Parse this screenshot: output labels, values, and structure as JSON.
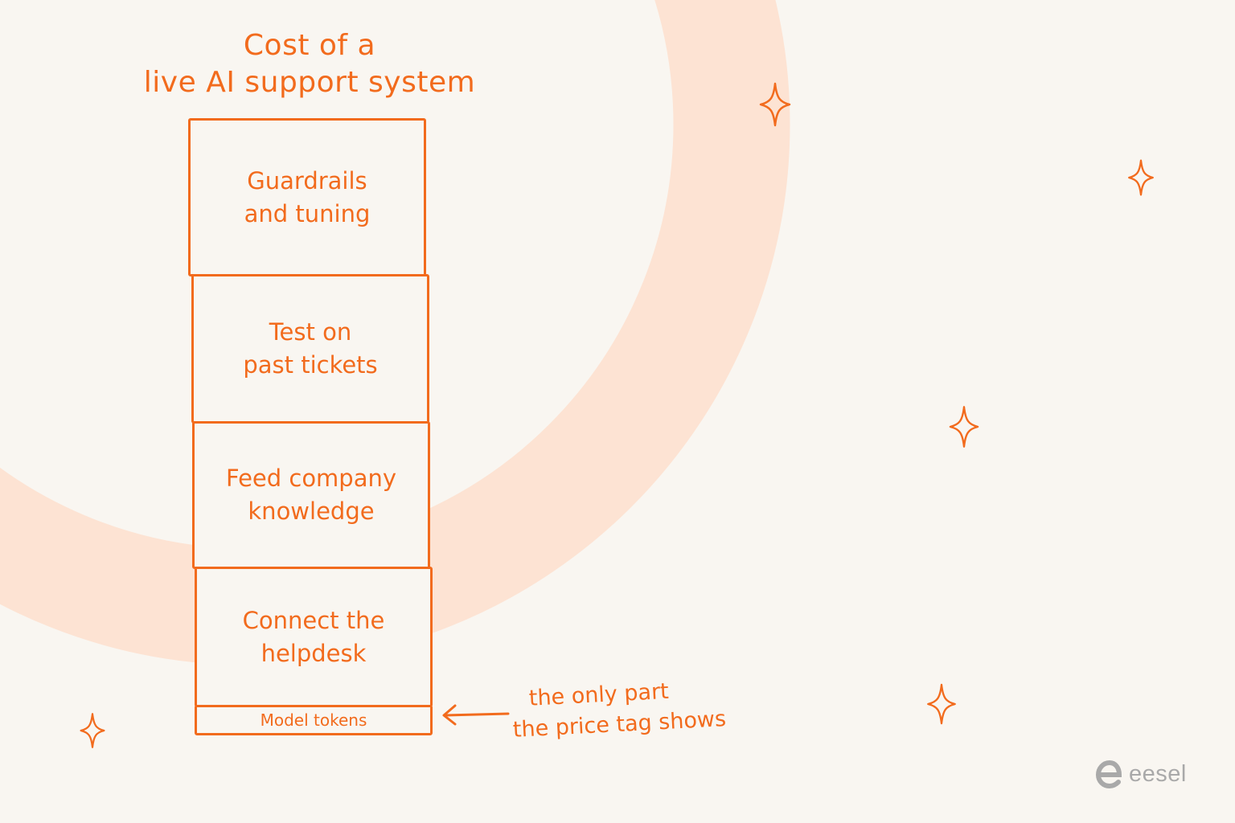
{
  "diagram": {
    "title_lines": [
      "Cost of a",
      "live AI support system"
    ],
    "blocks": [
      {
        "label": "Guardrails\nand tuning"
      },
      {
        "label": "Test on\npast tickets"
      },
      {
        "label": "Feed company\nknowledge"
      },
      {
        "label": "Connect the\nhelpdesk"
      },
      {
        "label": "Model tokens"
      }
    ],
    "annotation_lines": [
      "the only part",
      "the price tag shows"
    ],
    "arrow_icon": "left-arrow-icon",
    "sparkle_icon": "four-point-star-icon"
  },
  "colors": {
    "accent": "#f26b1d",
    "background": "#f9f6f1",
    "ring": "#fde3d3",
    "logo": "#a9a9a9"
  },
  "logo": {
    "wordmark": "eesel"
  }
}
